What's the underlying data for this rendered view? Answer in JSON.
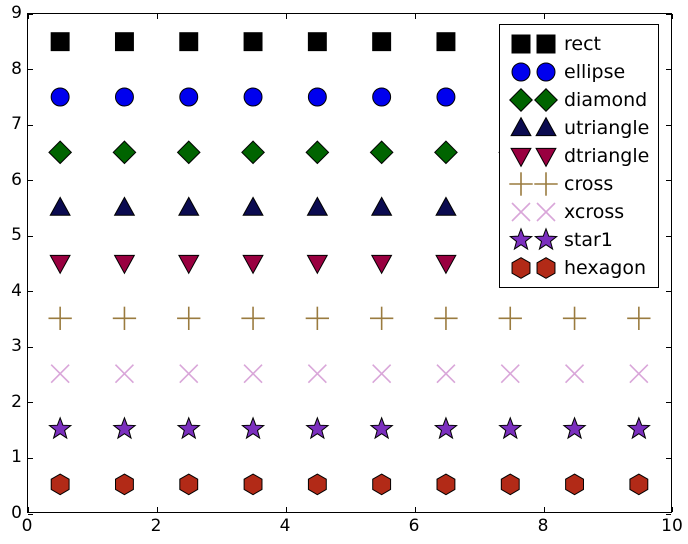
{
  "chart_data": {
    "type": "scatter",
    "title": "",
    "xlabel": "",
    "ylabel": "",
    "xlim": [
      0,
      10
    ],
    "ylim": [
      0,
      9
    ],
    "grid": false,
    "legend_position": "upper right",
    "xticks": [
      0,
      2,
      4,
      6,
      8,
      10
    ],
    "yticks": [
      0,
      1,
      2,
      3,
      4,
      5,
      6,
      7,
      8,
      9
    ],
    "x": [
      0.5,
      1.5,
      2.5,
      3.5,
      4.5,
      5.5,
      6.5,
      7.5,
      8.5,
      9.5
    ],
    "series": [
      {
        "name": "rect",
        "marker": "square",
        "y": 8.5,
        "values": [
          8.5,
          8.5,
          8.5,
          8.5,
          8.5,
          8.5,
          8.5,
          8.5,
          8.5,
          8.5
        ],
        "color": "#000000",
        "edge": "#000000"
      },
      {
        "name": "ellipse",
        "marker": "circle",
        "y": 7.5,
        "values": [
          7.5,
          7.5,
          7.5,
          7.5,
          7.5,
          7.5,
          7.5,
          7.5,
          7.5,
          7.5
        ],
        "color": "#0000ee",
        "edge": "#000000"
      },
      {
        "name": "diamond",
        "marker": "diamond",
        "y": 6.5,
        "values": [
          6.5,
          6.5,
          6.5,
          6.5,
          6.5,
          6.5,
          6.5,
          6.5,
          6.5,
          6.5
        ],
        "color": "#006400",
        "edge": "#000000"
      },
      {
        "name": "utriangle",
        "marker": "triangle-up",
        "y": 5.5,
        "values": [
          5.5,
          5.5,
          5.5,
          5.5,
          5.5,
          5.5,
          5.5,
          5.5,
          5.5,
          5.5
        ],
        "color": "#0b0b50",
        "edge": "#000000"
      },
      {
        "name": "dtriangle",
        "marker": "triangle-down",
        "y": 4.5,
        "values": [
          4.5,
          4.5,
          4.5,
          4.5,
          4.5,
          4.5,
          4.5,
          4.5,
          4.5,
          4.5
        ],
        "color": "#990040",
        "edge": "#000000"
      },
      {
        "name": "cross",
        "marker": "plus",
        "y": 3.5,
        "values": [
          3.5,
          3.5,
          3.5,
          3.5,
          3.5,
          3.5,
          3.5,
          3.5,
          3.5,
          3.5
        ],
        "color": "#9a7b3f",
        "edge": "#9a7b3f"
      },
      {
        "name": "xcross",
        "marker": "x",
        "y": 2.5,
        "values": [
          2.5,
          2.5,
          2.5,
          2.5,
          2.5,
          2.5,
          2.5,
          2.5,
          2.5,
          2.5
        ],
        "color": "#d9a6d9",
        "edge": "#d9a6d9"
      },
      {
        "name": "star1",
        "marker": "star",
        "y": 1.5,
        "values": [
          1.5,
          1.5,
          1.5,
          1.5,
          1.5,
          1.5,
          1.5,
          1.5,
          1.5,
          1.5
        ],
        "color": "#7b2fbe",
        "edge": "#000000"
      },
      {
        "name": "hexagon",
        "marker": "hexagon",
        "y": 0.5,
        "values": [
          0.5,
          0.5,
          0.5,
          0.5,
          0.5,
          0.5,
          0.5,
          0.5,
          0.5,
          0.5
        ],
        "color": "#b22a17",
        "edge": "#000000"
      }
    ]
  },
  "legend": {
    "entries": [
      {
        "label": "rect"
      },
      {
        "label": "ellipse"
      },
      {
        "label": "diamond"
      },
      {
        "label": "utriangle"
      },
      {
        "label": "dtriangle"
      },
      {
        "label": "cross"
      },
      {
        "label": "xcross"
      },
      {
        "label": "star1"
      },
      {
        "label": "hexagon"
      }
    ]
  }
}
